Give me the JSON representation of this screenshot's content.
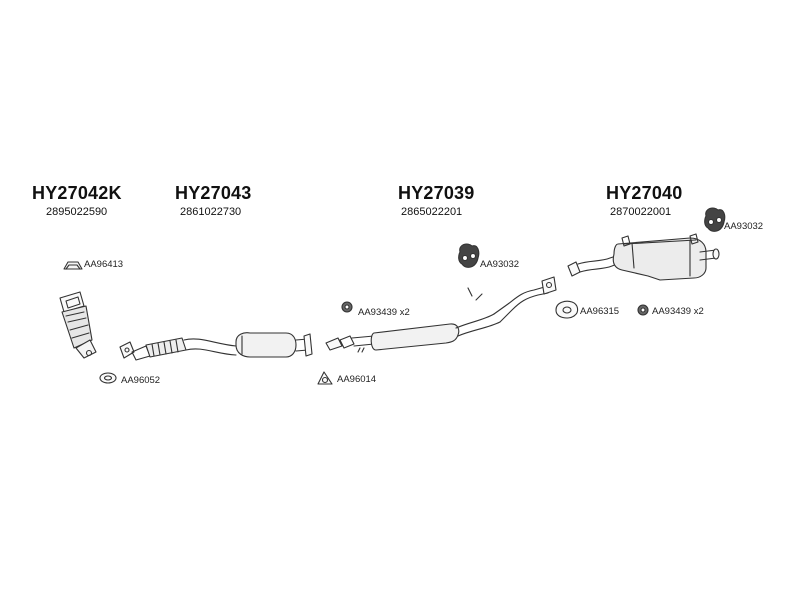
{
  "groups": [
    {
      "title": "HY27042K",
      "code": "2895022590"
    },
    {
      "title": "HY27043",
      "code": "2861022730"
    },
    {
      "title": "HY27039",
      "code": "2865022201"
    },
    {
      "title": "HY27040",
      "code": "2870022001"
    }
  ],
  "parts": {
    "aa96413": "AA96413",
    "aa96052": "AA96052",
    "aa93439_mid": "AA93439 x2",
    "aa96014": "AA96014",
    "aa93032_mid": "AA93032",
    "aa96315": "AA96315",
    "aa93439_right": "AA93439 x2",
    "aa93032_right": "AA93032"
  }
}
